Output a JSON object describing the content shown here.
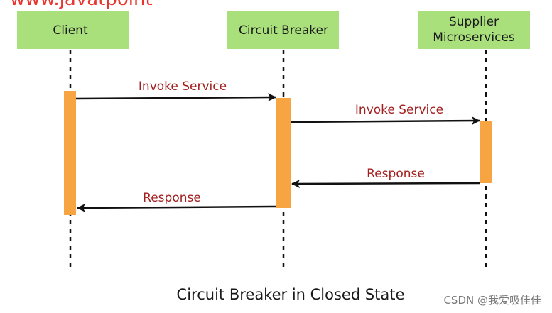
{
  "header": {
    "brand_text": "www.javatpoint"
  },
  "actors": [
    {
      "id": "client",
      "name_lines": [
        "Client"
      ]
    },
    {
      "id": "circuit-breaker",
      "name_lines": [
        "Circuit Breaker"
      ]
    },
    {
      "id": "supplier",
      "name_lines": [
        "Supplier",
        "Microservices"
      ]
    }
  ],
  "messages": [
    {
      "label": "Invoke Service",
      "from": "client",
      "to": "circuit-breaker"
    },
    {
      "label": "Invoke Service",
      "from": "circuit-breaker",
      "to": "supplier"
    },
    {
      "label": "Response",
      "from": "supplier",
      "to": "circuit-breaker"
    },
    {
      "label": "Response",
      "from": "circuit-breaker",
      "to": "client"
    }
  ],
  "caption": "Circuit Breaker in Closed State",
  "watermark": "CSDN @我爱吸佳佳",
  "colors": {
    "actor_box": "#a9e07c",
    "activation_bar": "#f7a543",
    "message_label": "#a31f1f",
    "arrow": "#111111",
    "lifeline": "#111111",
    "header_brand": "#e8352e"
  }
}
